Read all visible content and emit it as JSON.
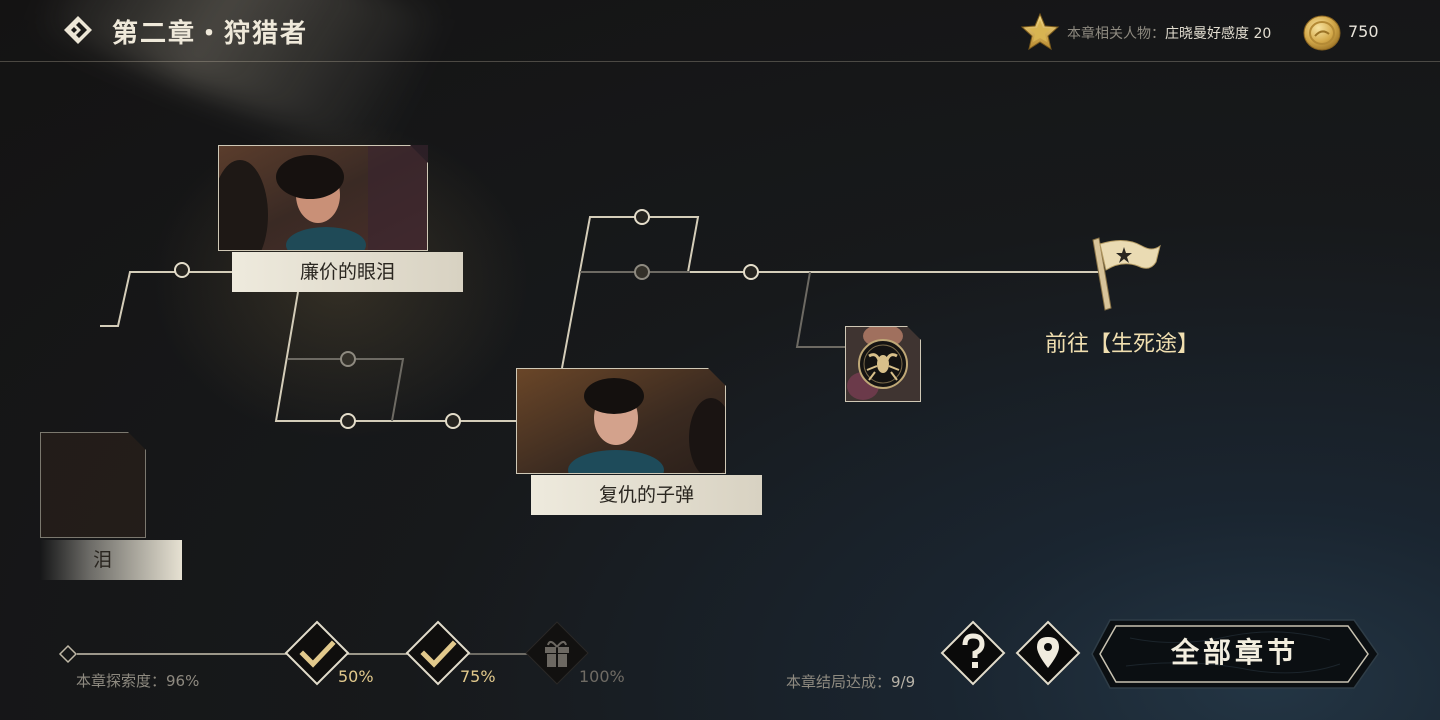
{
  "header": {
    "chapter_title": "第二章・狩猎者",
    "affinity_label": "本章相关人物：",
    "affinity_value": "庄晓曼好感度 20",
    "coin_count": "750"
  },
  "story_nodes": [
    {
      "name": "node-cheap-tears",
      "label": "廉价的眼泪"
    },
    {
      "name": "node-revenge-bullet",
      "label": "复仇的子弹"
    },
    {
      "name": "node-partial-left",
      "label": "泪"
    }
  ],
  "goto": {
    "label": "前往【生死途】"
  },
  "progress": {
    "explore_label": "本章探索度：",
    "explore_value": "96%",
    "explore_fraction": 0.96,
    "milestones": [
      {
        "label": "50%",
        "state": "claimed",
        "icon": "check-icon"
      },
      {
        "label": "75%",
        "state": "claimed",
        "icon": "check-icon"
      },
      {
        "label": "100%",
        "state": "locked",
        "icon": "gift-icon"
      }
    ]
  },
  "endings": {
    "label": "本章结局达成：",
    "value": "9/9"
  },
  "buttons": {
    "help_icon": "question-icon",
    "locate_icon": "map-pin-icon",
    "all_chapters_label": "全部章节"
  },
  "colors": {
    "accent_gold": "#e2c98c",
    "line": "#d4cdb9",
    "dim_line": "#6d6a63"
  }
}
